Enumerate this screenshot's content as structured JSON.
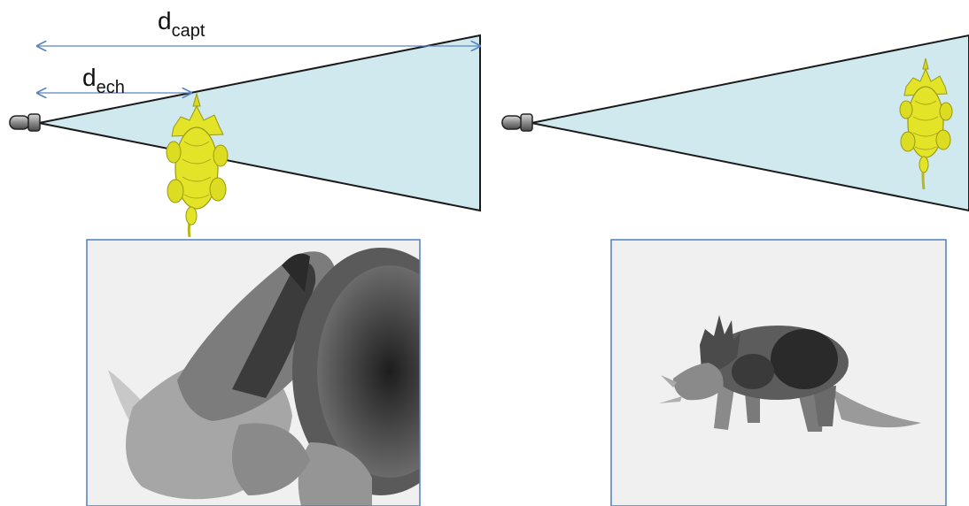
{
  "labels": {
    "capture_distance": {
      "main": "d",
      "sub": "capt"
    },
    "echo_distance": {
      "main": "d",
      "sub": "ech"
    }
  },
  "icons": [
    "camera-icon",
    "triceratops-model-icon"
  ],
  "colors": {
    "frustum_fill": "#cfe9ef",
    "frustum_stroke": "#1a1a1a",
    "arrow_blue": "#5a84c0",
    "model_yellow": "#e3e327",
    "frame_border": "#4f7fbf",
    "depth_background": "#f0f0f0"
  }
}
